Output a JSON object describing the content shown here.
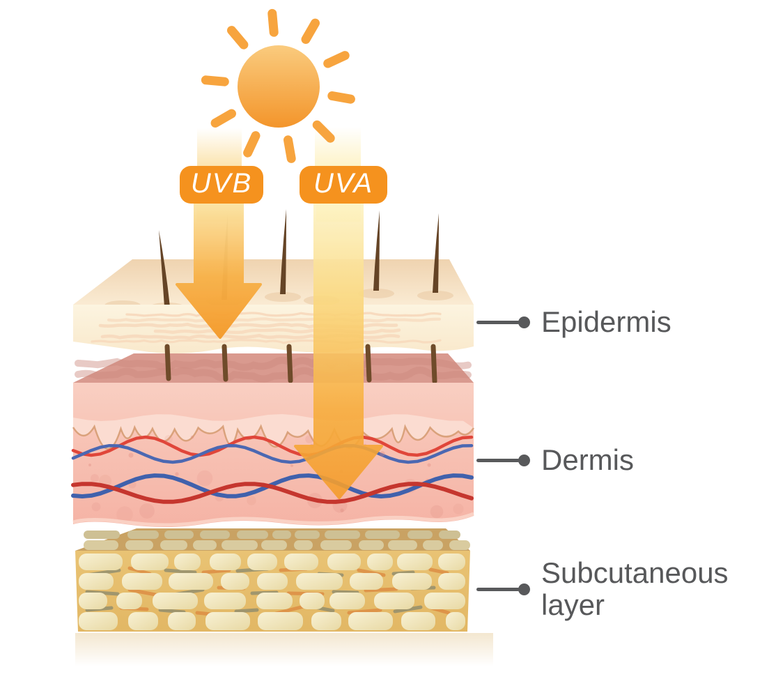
{
  "figure": {
    "type": "skin-uv-penetration-diagram",
    "uv_badges": {
      "uvb": "UVB",
      "uva": "UVA"
    },
    "layer_labels": {
      "epidermis": "Epidermis",
      "dermis": "Dermis",
      "subcutaneous": "Subcutaneous layer"
    },
    "colors": {
      "badge_orange": "#F5921E",
      "arrow_orange": "#F49C2C",
      "arrow_light_yellow": "#FDF4C6",
      "sun_orange": "#F4992E",
      "label_gray": "#58595B",
      "vessel_red": "#D8413A",
      "vessel_blue": "#4B68B2",
      "epidermis_cream": "#FBF2DC",
      "dermis_pink": "#F7C3B6",
      "papillae_pink": "#FBDCD1",
      "subcutaneous_gold": "#E6BF6C",
      "fat_cell_cream": "#F3EAC6",
      "hair_brown": "#654426"
    }
  }
}
